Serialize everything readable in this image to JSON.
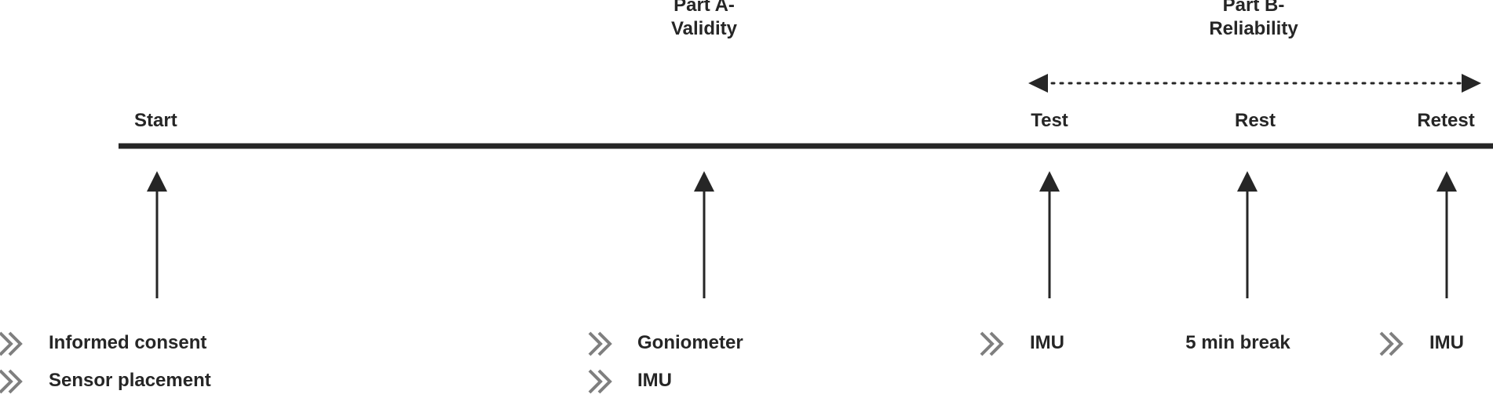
{
  "phases": {
    "part_a": {
      "line1": "Part A-",
      "line2": "Validity"
    },
    "part_b": {
      "line1": "Part B-",
      "line2": "Reliability"
    }
  },
  "timeline": {
    "start": "Start",
    "test": "Test",
    "rest": "Rest",
    "retest": "Retest"
  },
  "groups": {
    "start": {
      "items": [
        "Informed consent",
        "Sensor placement"
      ]
    },
    "validity": {
      "items": [
        "Goniometer",
        "IMU"
      ]
    },
    "test": {
      "items": [
        "IMU"
      ]
    },
    "rest": {
      "text": "5 min break"
    },
    "retest": {
      "items": [
        "IMU"
      ]
    }
  },
  "colors": {
    "line": "#262626",
    "bullet": "#7f7f7f",
    "text": "#262626"
  },
  "icons": {
    "bullet": "double-chevron-icon",
    "arrow": "up-arrow-icon"
  }
}
